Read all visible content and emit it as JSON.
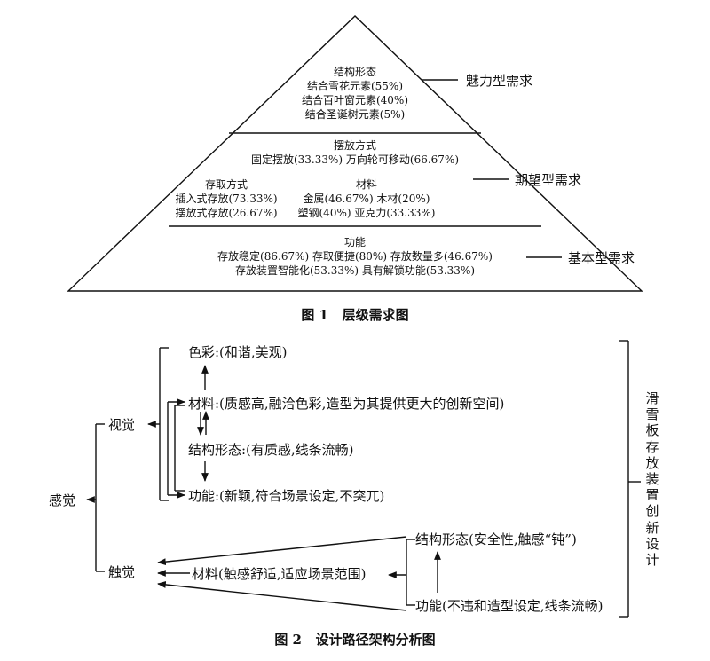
{
  "figure1": {
    "top_tier": {
      "lines": [
        "结构形态",
        "结合雪花元素(55%)",
        "结合百叶窗元素(40%)",
        "结合圣诞树元素(5%)"
      ],
      "level_label": "魅力型需求"
    },
    "middle_tier": {
      "placement": {
        "title": "摆放方式",
        "line": "固定摆放(33.33%)  万向轮可移动(66.67%)"
      },
      "access": {
        "title": "存取方式",
        "lines": [
          "插入式存放(73.33%)",
          "摆放式存放(26.67%)"
        ]
      },
      "material": {
        "title": "材料",
        "lines": [
          "金属(46.67%) 木材(20%)",
          "塑钢(40%) 亚克力(33.33%)"
        ]
      },
      "level_label": "期望型需求"
    },
    "bottom_tier": {
      "title": "功能",
      "lines": [
        "存放稳定(86.67%) 存取便捷(80%) 存放数量多(46.67%)",
        "存放装置智能化(53.33%) 具有解锁功能(53.33%)"
      ],
      "level_label": "基本型需求"
    },
    "caption": "图 1   层级需求图"
  },
  "figure2": {
    "root": "感觉",
    "vision": {
      "label": "视觉",
      "items": {
        "color": "色彩:(和谐,美观)",
        "material": "材料:(质感高,融洽色彩,造型为其提供更大的创新空间)",
        "form": "结构形态:(有质感,线条流畅)",
        "function": "功能:(新颖,符合场景设定,不突兀)"
      }
    },
    "touch": {
      "label": "触觉",
      "items": {
        "form": "结构形态(安全性,触感“钝”)",
        "material": "材料(触感舒适,适应场景范围)",
        "function": "功能(不违和造型设定,线条流畅)"
      }
    },
    "side_title": "滑雪板存放装置创新设计",
    "caption": "图 2   设计路径架构分析图"
  }
}
